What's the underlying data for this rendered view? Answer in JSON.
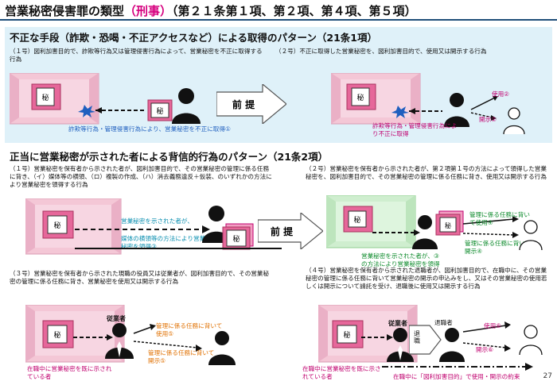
{
  "title": {
    "main": "営業秘密侵害罪の類型",
    "highlight": "（刑事）",
    "articles": "（第２１条第１項、第２項、第４項、第５項）"
  },
  "section1": {
    "heading": "不正な手段（詐欺・恐喝・不正アクセスなど）による取得のパターン（21条1項）",
    "case1": {
      "text": "（１号）図利加害目的で、詐欺等行為又は管理侵害行為によって、営業秘密を不正に取得する行為",
      "caption": "詐欺等行為・管理侵害行為により、営業秘密を不正に取得①"
    },
    "premise": "前 提",
    "case2": {
      "text": "（２号）不正に取得した営業秘密を、図利加害目的で、使用又は開示する行為",
      "caption": "詐欺等行為・管理侵害行為により不正に取得",
      "use": "使用②",
      "disclose": "開示②"
    }
  },
  "section2": {
    "heading": "正当に営業秘密が示された者による背信的行為のパターン（21条2項）",
    "case1": {
      "text": "（１号）営業秘密を保有者から示された者が、図利加害目的で、その営業秘密の管理に係る任務に背き、（イ）媒体等の横領、（ロ）複製の作成、（ハ）消去義務違反＋仮装、のいずれかの方法により営業秘密を領得する行為",
      "caption_top": "営業秘密を示された者が、",
      "caption_bottom": "媒体の横領等の方法により営業秘密を領得③"
    },
    "premise": "前 提",
    "case2": {
      "text": "（２号）営業秘密を保有者から示された者が、第２項第１号の方法によって領得した営業秘密を、図利加害目的で、その営業秘密の管理に係る任務に背き、使用又は開示する行為",
      "use": "管理に係る任務に背いて使用④",
      "disclose": "管理に係る任務に背いて開示④",
      "caption": "営業秘密を示された者が、③の方法により営業秘密を領得"
    },
    "case3": {
      "text": "（３号）営業秘密を保有者から示された現職の役員又は従業者が、図利加害目的で、その営業秘密の管理に係る任務に背き、営業秘密を使用又は開示する行為",
      "badge": "従業者",
      "use": "管理に係る任務に背いて使用⑤",
      "disclose": "管理に係る任務に背いて開示⑤",
      "caption": "在職中に営業秘密を既に示されている者"
    },
    "case4": {
      "text": "（４号）営業秘密を保有者から示された退職者が、図利加害目的で、在職中に、その営業秘密の管理に係る任務に背いて営業秘密の開示の申込みをし、又はその営業秘密の使用若しくは開示について請託を受け、退職後に使用又は開示する行為",
      "badge": "従業者",
      "retire": "退職",
      "retiree": "退職者",
      "use": "使用⑥",
      "disclose": "開示⑥",
      "caption": "在職中に営業秘密を既に示されている者",
      "footnote": "在職中に「図利加害目的」で使用・開示の約束"
    }
  },
  "page_number": "27",
  "colors": {
    "room": "#f4c7d6",
    "roomDark": "#d99bb3",
    "safe": "#e6679a",
    "person": "#111111",
    "sec1bg": "#dff1f9",
    "sec2green": "#d9f3d9",
    "arrowBlue": "#1f5fbf"
  },
  "icons": [
    "safe-icon",
    "document-icon",
    "person-icon",
    "explosion-icon",
    "arrow-icon",
    "outline-person-icon"
  ]
}
